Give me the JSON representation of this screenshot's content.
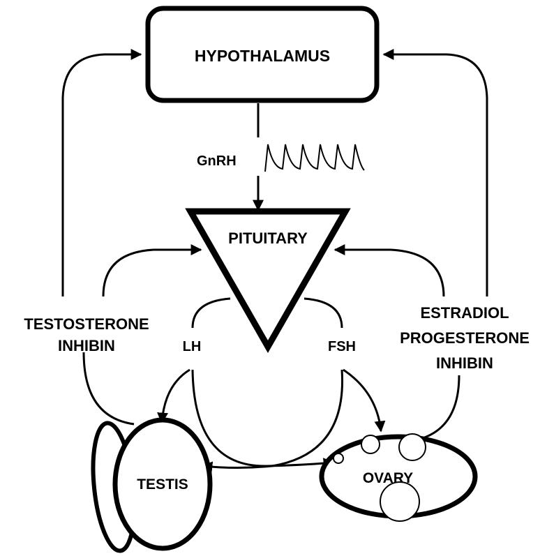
{
  "nodes": {
    "hypothalamus": "HYPOTHALAMUS",
    "pituitary": "PITUITARY",
    "testis": "TESTIS",
    "ovary": "OVARY"
  },
  "hormones": {
    "gnrh": "GnRH",
    "lh": "LH",
    "fsh": "FSH"
  },
  "feedback": {
    "male_line1": "TESTOSTERONE",
    "male_line2": "INHIBIN",
    "female_line1": "ESTRADIOL",
    "female_line2": "PROGESTERONE",
    "female_line3": "INHIBIN"
  },
  "colors": {
    "stroke": "#000000",
    "background": "#ffffff"
  }
}
